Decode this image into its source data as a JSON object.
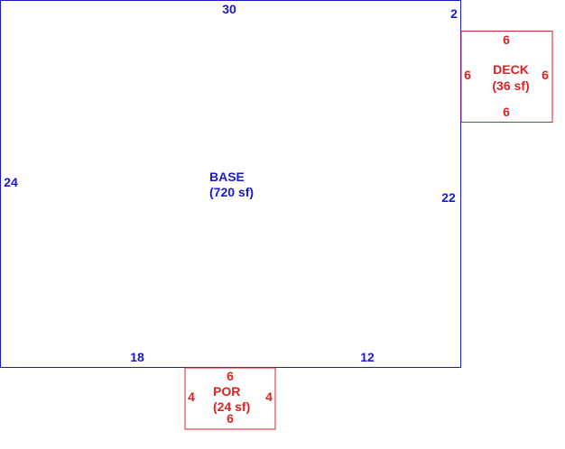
{
  "colors": {
    "base": "#1a1acc",
    "addition": "#dd2222",
    "background": "#ffffff"
  },
  "base": {
    "name": "BASE",
    "area": "(720 sf)",
    "dims": {
      "top": "30",
      "top_right_notch": "2",
      "left": "24",
      "right": "22",
      "bottom_left": "18",
      "bottom_right": "12"
    }
  },
  "deck": {
    "name": "DECK",
    "area": "(36 sf)",
    "dims": {
      "top": "6",
      "left": "6",
      "right": "6",
      "bottom": "6"
    }
  },
  "porch": {
    "name": "POR",
    "area": "(24 sf)",
    "dims": {
      "top": "6",
      "left": "4",
      "right": "4",
      "bottom": "6"
    }
  }
}
